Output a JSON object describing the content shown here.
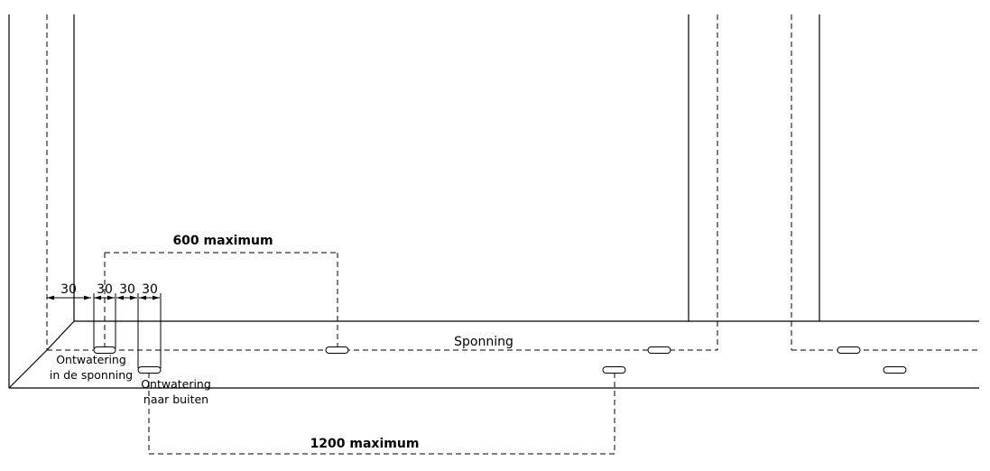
{
  "labels": {
    "dim_600": "600 maximum",
    "dim_1200": "1200 maximum",
    "dim_30_a": "30",
    "dim_30_b": "30",
    "dim_30_c": "30",
    "dim_30_d": "30",
    "sponning": "Sponning",
    "ontwatering_sponning_1": "Ontwatering",
    "ontwatering_sponning_2": "in de sponning",
    "ontwatering_buiten_1": "Ontwatering",
    "ontwatering_buiten_2": "naar buiten"
  }
}
